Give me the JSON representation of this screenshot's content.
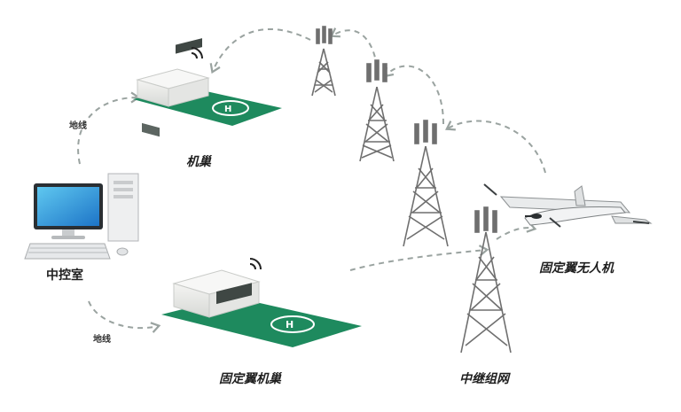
{
  "labels": {
    "nest_top": "机巢",
    "nest_bottom": "固定翼机巢",
    "control_room": "中控室",
    "ground_wire_top": "地线",
    "ground_wire_bottom": "地线",
    "uav": "固定翼无人机",
    "relay": "中继组网"
  },
  "colors": {
    "pad_green": "#1e8a5e",
    "link_dash": "#9aa3a0",
    "tower_gray": "#6f6f6f"
  }
}
